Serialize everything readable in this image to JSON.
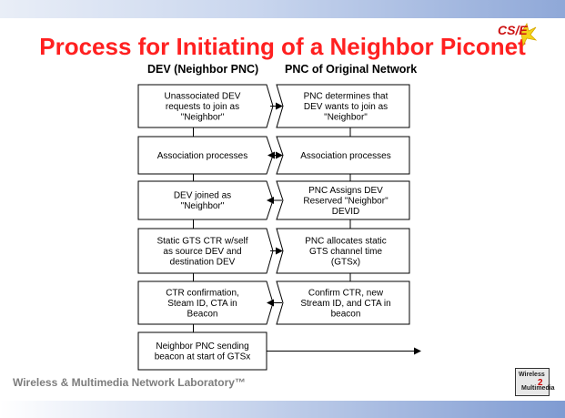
{
  "slide": {
    "title": "Process for Initiating of a Neighbor Piconet",
    "logo_text": "CS/E",
    "footer": "Wireless & Multimedia Network Laboratory™",
    "footer_logo": {
      "line1": "Wireless",
      "digit": "2",
      "line2": "Multimedia"
    }
  },
  "columns": {
    "left_header": "DEV (Neighbor PNC)",
    "right_header": "PNC of Original Network"
  },
  "left_boxes": [
    {
      "lines": [
        "Unassociated DEV",
        "requests to join as",
        "\"Neighbor\""
      ]
    },
    {
      "lines": [
        "Association processes"
      ]
    },
    {
      "lines": [
        "DEV joined as",
        "\"Neighbor\""
      ]
    },
    {
      "lines": [
        "Static GTS CTR w/self",
        "as source DEV and",
        "destination DEV"
      ]
    },
    {
      "lines": [
        "CTR confirmation,",
        "Steam ID, CTA in",
        "Beacon"
      ]
    },
    {
      "lines": [
        "Neighbor PNC sending",
        "beacon at start of GTSx"
      ]
    }
  ],
  "right_boxes": [
    {
      "lines": [
        "PNC determines that",
        "DEV wants to join as",
        "\"Neighbor\""
      ]
    },
    {
      "lines": [
        "Association processes"
      ]
    },
    {
      "lines": [
        "PNC Assigns DEV",
        "Reserved \"Neighbor\"",
        "DEVID"
      ]
    },
    {
      "lines": [
        "PNC allocates static",
        "GTS channel time",
        "(GTSx)"
      ]
    },
    {
      "lines": [
        "Confirm CTR, new",
        "Stream ID, and CTA in",
        "beacon"
      ]
    }
  ],
  "arrows": [
    "right",
    "both",
    "left",
    "right",
    "left",
    "right"
  ]
}
